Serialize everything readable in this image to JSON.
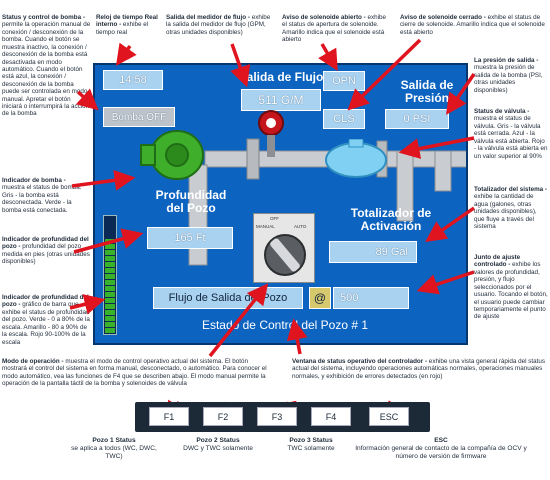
{
  "screen": {
    "clock": "14:58",
    "pump_button": "Bomba OFF",
    "flow_title": "Salida de Flujo",
    "flow_value": "511 G/M",
    "opn_label": "OPN",
    "cls_label": "CLS",
    "pressure_title_1": "Salida de",
    "pressure_title_2": "Presión",
    "pressure_value": "0 PSI",
    "depth_title_1": "Profundidad",
    "depth_title_2": "del Pozo",
    "depth_value": "165 Ft",
    "totalizer_title_1": "Totalizador de",
    "totalizer_title_2": "Activación",
    "totalizer_value": "89 Gal",
    "setpoint_label": "Flujo de Salida del Pozo",
    "at_symbol": "@",
    "setpoint_value": "500",
    "status_window": "Estado de Control del Pozo # 1",
    "switch_off": "OFF",
    "switch_manual": "MANUAL",
    "switch_auto": "AUTO",
    "depth_level": 0.8
  },
  "annotations": {
    "control_bomba": {
      "title": "Status y control de bomba -",
      "body": " permite la operación manual de conexión / desconexión de la bomba. Cuando el botón se muestra inactivo, la conexión / desconexión de la bomba está desactivada en modo automático. Cuando el botón está azul, la conexión / desconexión de la bomba puede ser controlada en modo manual. Apretar el botón iniciará o interrumpirá la acción de la bomba"
    },
    "reloj": {
      "title": "Reloj de tiempo Real interno -",
      "body": " exhibe el tiempo real"
    },
    "salida_medidor": {
      "title": "Salida del medidor de flujo -",
      "body": " exhibe la salida del medidor de flujo (GPM, otras unidades disponibles)"
    },
    "solenoide_abierto": {
      "title": "Aviso de solenoide abierto -",
      "body": " exhibe el status de apertura de solenoide. Amarillo indica que el solenoide está abierto"
    },
    "solenoide_cerrado": {
      "title": "Aviso de solenoide cerrado -",
      "body": " exhibe el status de cierre de solenoide. Amarillo indica que el solenoide está abierto"
    },
    "presion": {
      "title": "La presión de salida -",
      "body": " muestra la presión de salida de la bomba (PSI, otras unidades disponibles)"
    },
    "valvula": {
      "title": "Status de válvula -",
      "body": " muestra el status de válvula. Gris - la válvula está cerrada. Azul - la válvula está abierta. Rojo - la válvula está abierta en un valor superior al 90%"
    },
    "totalizador": {
      "title": "Totalizador del sistema -",
      "body": " exhibe la cantidad de agua (galones, otras unidades disponibles), que fluye a través del sistema"
    },
    "ajuste": {
      "title": "Junto de ajuste controlado -",
      "body": " exhibe los valores de profundidad, presión, y flujo seleccionados por el usuario. Tocando el botón, el usuario puede cambiar temporariamente el punto de ajuste"
    },
    "indicador_bomba": {
      "title": "Indicador de bomba -",
      "body": " muestra el status de bomba. Gris - la bomba está desconectada. Verde - la bomba está conectada."
    },
    "indicador_profundidad": {
      "title": "Indicador de profundidad del pozo -",
      "body": " profundidad del pozo medida en pies (otras unidades disponibles)"
    },
    "grafico_profundidad": {
      "title": "Indicador de profundidad del pozo -",
      "body": " gráfico de barra que exhibe el status de profundidad del pozo. Verde - 0 a 80% de la escala. Amarillo - 80 a 90% de la escala. Rojo 90-100% de la escala"
    },
    "modo_operacion": {
      "title": "Modo de operación -",
      "body": " muestra el modo de control operativo actual del sistema. El botón mostrará el control del sistema en forma manual, desconectado, o automático. Para conocer el modo automático, vea las funciones de F4 que se describen abajo. El modo manual permite la operación de la pantalla táctil de la bomba y solenoides de válvula"
    },
    "ventana_status": {
      "title": "Ventana de status operativo del controlador -",
      "body": " exhibe una vista general rápida del status actual del sistema, incluyendo operaciones automáticas normales, operaciones manuales normales, y exhibición de errores detectados (en rojo)"
    }
  },
  "fkeys": [
    "F1",
    "F2",
    "F3",
    "F4",
    "ESC"
  ],
  "bottom_labels": [
    {
      "title": "Pozo 1 Status",
      "body": "se aplica a todos (WC, DWC, TWC)"
    },
    {
      "title": "Pozo 2 Status",
      "body": "DWC y TWC solamente"
    },
    {
      "title": "Pozo 3 Status",
      "body": "TWC solamente"
    },
    {
      "title": "ESC",
      "body": "Información general de contacto de la compañía de OCV y número de versión de firmware"
    }
  ],
  "colors": {
    "panel": "#0d63c0",
    "value_box": "#a9d2f0",
    "arrow": "#e0141e",
    "pump": "#3fae2a",
    "fkey_bar": "#1c2a38"
  }
}
